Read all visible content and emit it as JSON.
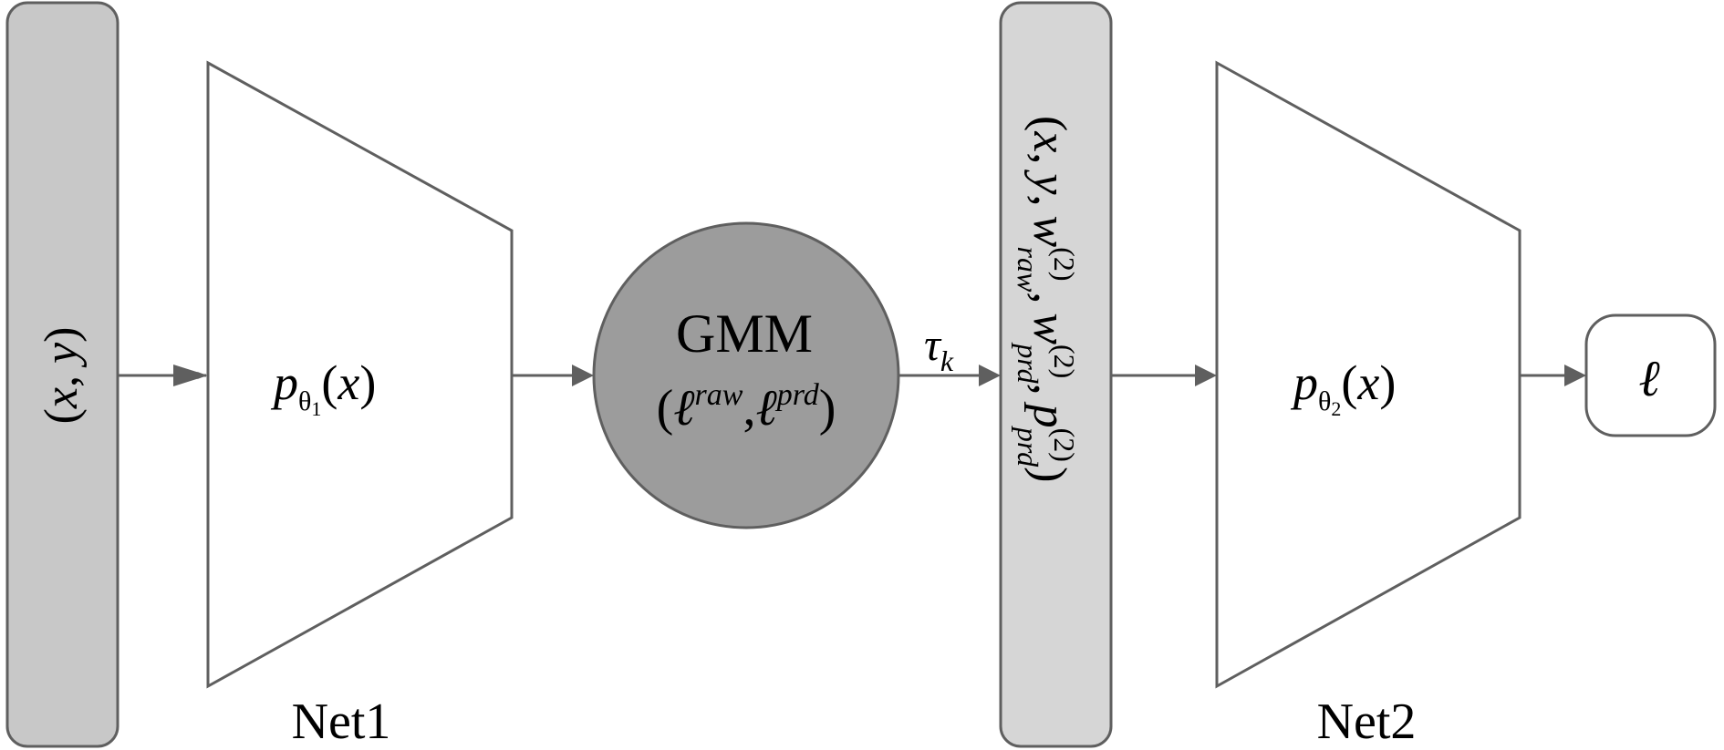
{
  "diagram": {
    "input_block": {
      "label_parts": [
        "(",
        "x",
        ", ",
        "y",
        ")"
      ]
    },
    "net1": {
      "name": "Net1",
      "func": {
        "p": "p",
        "sub": "θ",
        "subsub": "1",
        "arg_open": "(",
        "arg": "x",
        "arg_close": ")"
      }
    },
    "gmm": {
      "title": "GMM",
      "params": {
        "open": "(",
        "l1": "ℓ",
        "l1_sup": "raw",
        "sep": ",",
        "l2": "ℓ",
        "l2_sup": "prd",
        "close": ")"
      }
    },
    "edge_label": {
      "symbol": "τ",
      "sub": "k"
    },
    "intermediate_block": {
      "x": "x",
      "y": "y",
      "w_raw": {
        "base": "w",
        "sub": "raw",
        "sup": "(2)"
      },
      "w_prd": {
        "base": "w",
        "sub": "prd",
        "sup": "(2)"
      },
      "p_prd": {
        "base": "p",
        "sub": "prd",
        "sup": "(2)"
      },
      "open": "(",
      "close": ")",
      "comma": ","
    },
    "net2": {
      "name": "Net2",
      "func": {
        "p": "p",
        "sub": "θ",
        "subsub": "2",
        "arg_open": "(",
        "arg": "x",
        "arg_close": ")"
      }
    },
    "output": {
      "symbol": "ℓ"
    },
    "colors": {
      "stroke": "#5f5f5f",
      "input_fill": "#c8c8c8",
      "intermediate_fill": "#d6d6d6",
      "gmm_fill": "#9c9c9c",
      "box_fill": "#ffffff"
    }
  }
}
